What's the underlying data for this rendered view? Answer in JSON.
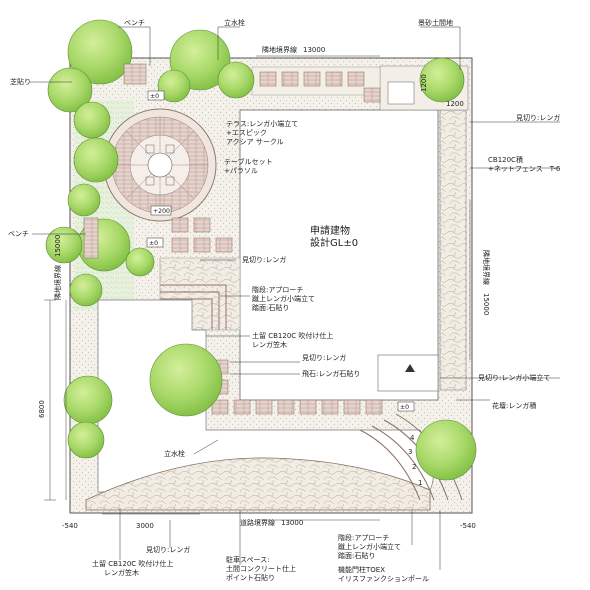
{
  "labels": {
    "bench_top": "ベンチ",
    "faucet_top": "立水栓",
    "neighbor_top_title": "隣地境界線",
    "neighbor_top_dim": "13000",
    "decor_sand": "景砂土間地",
    "lawn": "芝貼り",
    "terrace_1": "テラス:レンガ小端立て",
    "terrace_2": "+エスピック",
    "terrace_3": "アクシア サークル",
    "table_1": "テーブルセット",
    "table_2": "+パラソル",
    "level_top": "±0",
    "level_200": "+200",
    "level_left": "±0",
    "bench_left": "ベンチ",
    "building_1": "申請建物",
    "building_2": "設計GL±0",
    "edge_brick_right": "見切り:レンガ",
    "fence_1": "CB120C積",
    "fence_2": "+ネットフェンス　T-6",
    "edge_brick_mid": "見切り:レンガ",
    "stairs_1": "階段:アプローチ",
    "stairs_2": "蹴上レンガ小端立て",
    "stairs_3": "踏面:石貼り",
    "retaining_1": "土留 CB120C 吹付け仕上",
    "retaining_2": "レンガ笠木",
    "edge_brick_mid2": "見切り:レンガ",
    "stepping_stone": "飛石:レンガ石貼り",
    "edge_brick_standing": "見切り:レンガ小端立て",
    "level_bottom": "±0",
    "planter": "花壇:レンガ積",
    "faucet_bottom": "立水栓",
    "step_4": "4",
    "step_3": "3",
    "step_2": "2",
    "step_1": "1",
    "neighbor_left_title": "隣地境界線",
    "neighbor_left_dim": "15000",
    "neighbor_right_title": "隣地境界線",
    "neighbor_right_dim": "15000",
    "road_bottom_title": "道路境界線",
    "road_bottom_dim": "13000",
    "dim_6800": "6800",
    "dim_3000": "3000",
    "dim_1200a": "1200",
    "dim_1200b": "1200",
    "dim_540_left": "-540",
    "dim_540_right": "-540",
    "edge_brick_bottom": "見切り:レンガ",
    "retaining_bottom_1": "土留 CB120C 吹付け仕上",
    "retaining_bottom_2": "レンガ笠木",
    "parking_1": "駐車スペース:",
    "parking_2": "土間コンクリート仕上",
    "parking_3": "ポイント石貼り",
    "stairs_bottom_1": "階段:アプローチ",
    "stairs_bottom_2": "蹴上レンガ小端立て",
    "stairs_bottom_3": "踏面:石貼り",
    "gate_1": "機能門柱TOEX",
    "gate_2": "イリスファンクションポール"
  }
}
